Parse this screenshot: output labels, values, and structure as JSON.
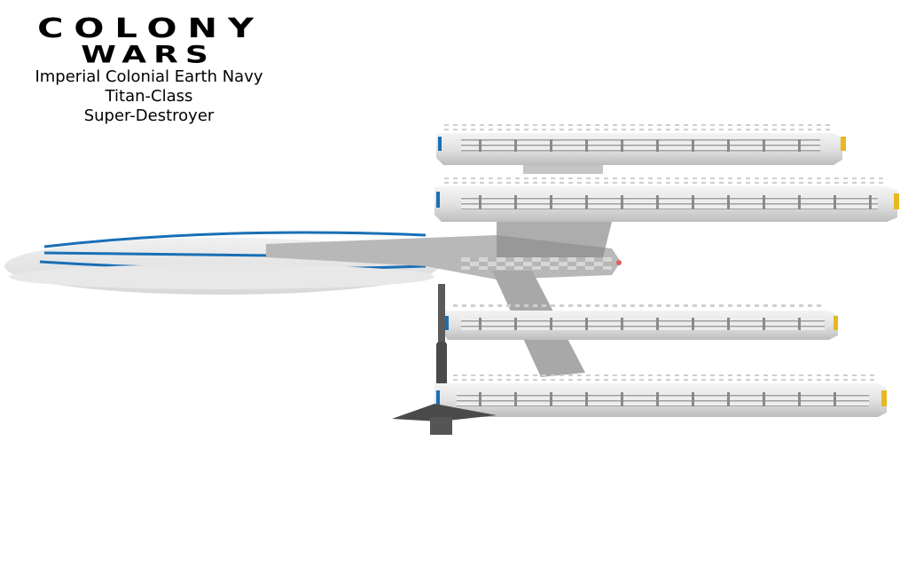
{
  "title": {
    "line1": "COLONY",
    "line2": "WARS"
  },
  "subtitles": {
    "faction": "Imperial Colonial Earth Navy",
    "class": "Titan-Class",
    "type": "Super-Destroyer"
  },
  "colors": {
    "background": "#ffffff",
    "hull_light": "#e8e8e8",
    "hull_mid": "#c8c8c8",
    "hull_dark": "#8c8c8c",
    "accent_blue": "#1a6fb5",
    "engine_glow": "#e8b820",
    "sensor_red": "#e06060"
  }
}
